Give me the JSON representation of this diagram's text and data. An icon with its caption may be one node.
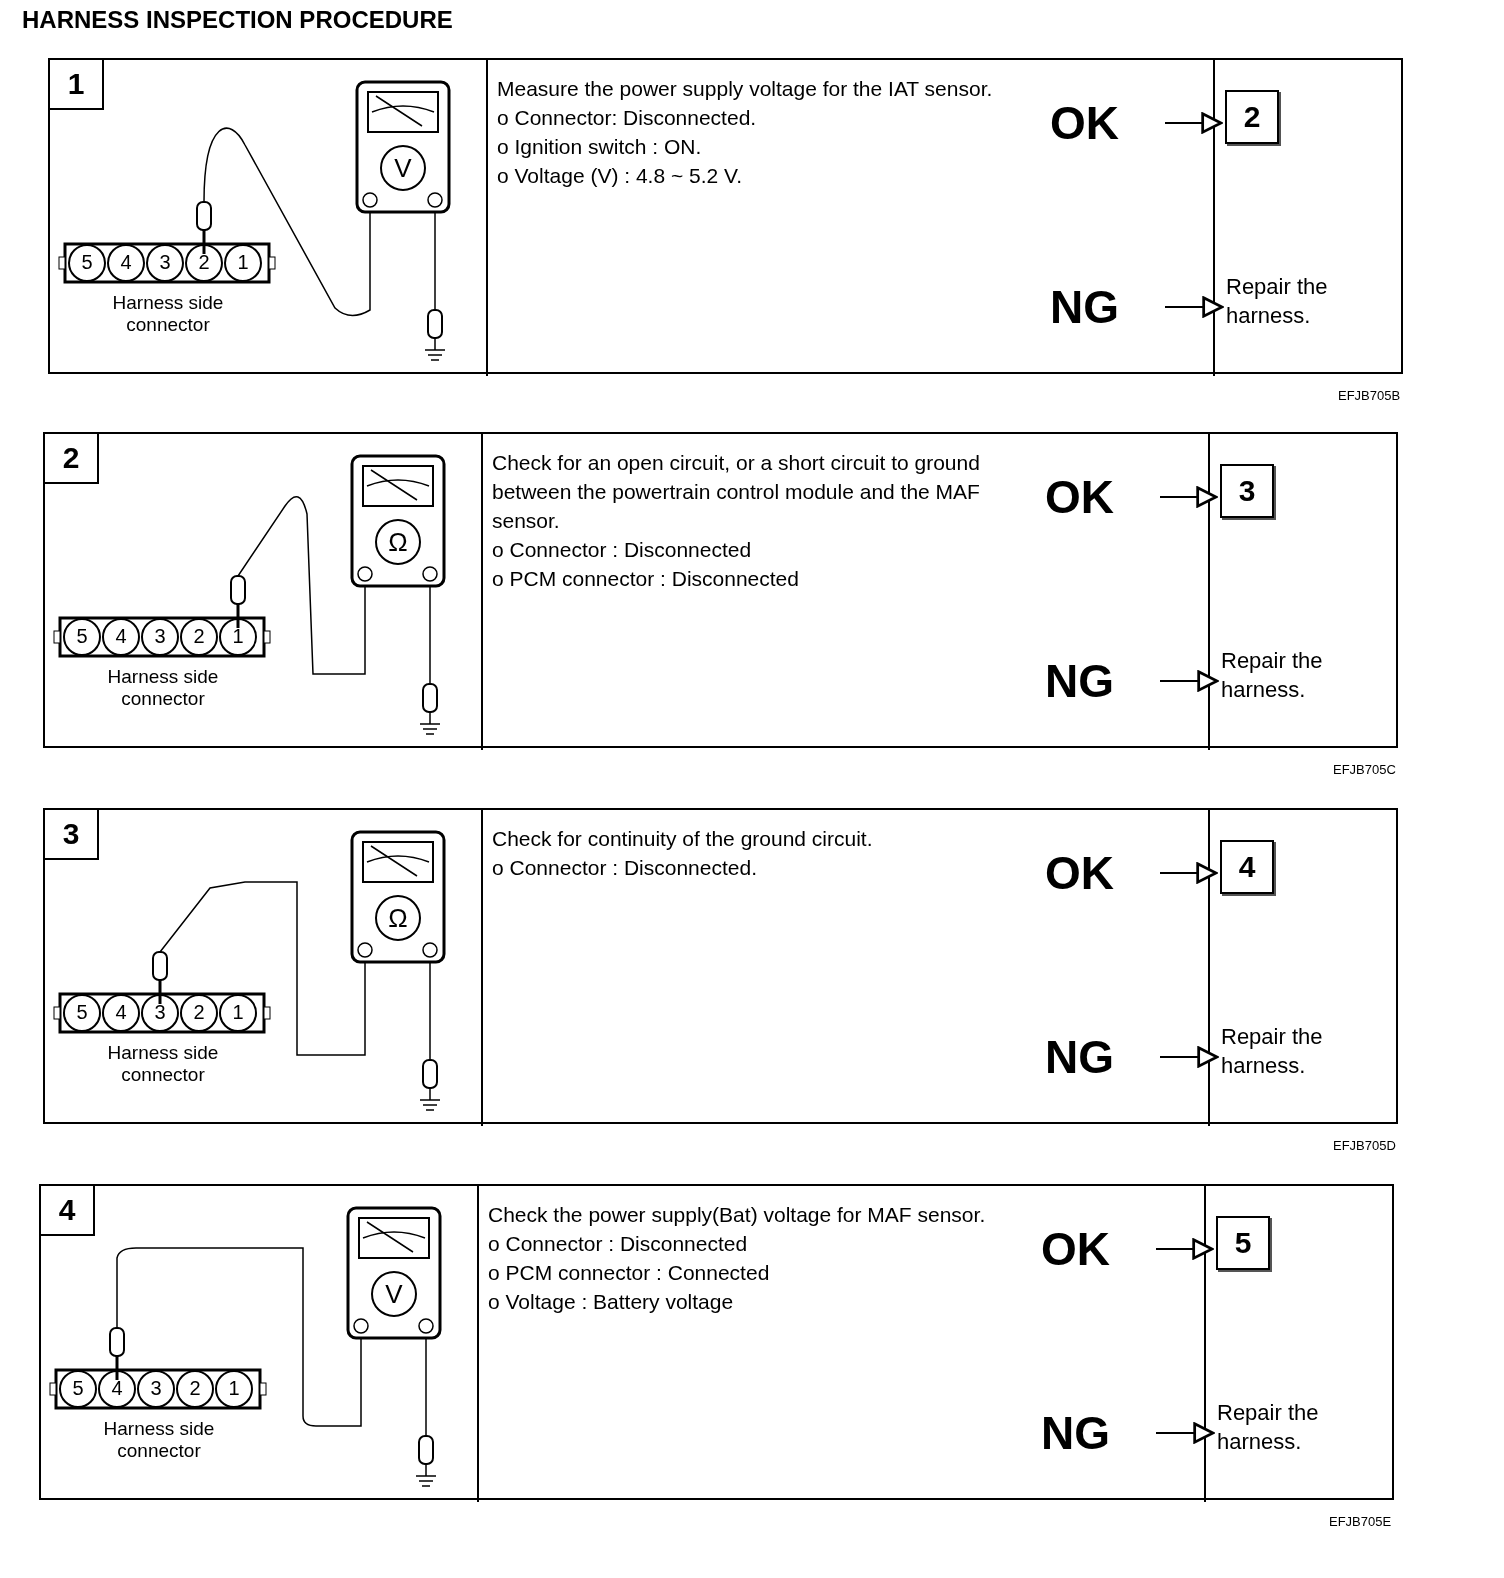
{
  "diagram": {
    "title": "HARNESS INSPECTION PROCEDURE",
    "nodes": [
      {
        "text": [],
        "shape": "box"
      },
      {
        "text": [
          "1"
        ],
        "in": 0
      },
      {
        "text": [
          "Measure the power supply voltage for the IAT sensor.",
          "o Connector: Disconnected.",
          "o Ignition switch : ON.",
          "o Voltage (V) : 4.8 ~ 5.2 V."
        ],
        "in": 0
      },
      {
        "text": [
          "OK"
        ],
        "in": 0
      },
      {
        "text": [
          "NG"
        ],
        "in": 0
      },
      {
        "text": [
          "2"
        ],
        "in": 0
      },
      {
        "text": [
          "Repair the harness."
        ],
        "in": 0
      },
      {
        "text": [],
        "shape": "box"
      },
      {
        "text": [
          "2"
        ],
        "in": 7
      },
      {
        "text": [
          "Check for an open circuit, or a short circuit to ground between the powertrain control module and the MAF sensor.",
          "o Connector : Disconnected",
          "o PCM connector : Disconnected"
        ],
        "in": 7
      },
      {
        "text": [
          "OK"
        ],
        "in": 7
      },
      {
        "text": [
          "NG"
        ],
        "in": 7
      },
      {
        "text": [
          "3"
        ],
        "in": 7
      },
      {
        "text": [
          "Repair the harness."
        ],
        "in": 7
      },
      {
        "text": [],
        "shape": "box"
      },
      {
        "text": [
          "3"
        ],
        "in": 14
      },
      {
        "text": [
          "Check for continuity of the ground circuit.",
          "o Connector : Disconnected."
        ],
        "in": 14
      },
      {
        "text": [
          "OK"
        ],
        "in": 14
      },
      {
        "text": [
          "NG"
        ],
        "in": 14
      },
      {
        "text": [
          "4"
        ],
        "in": 14
      },
      {
        "text": [
          "Repair the harness."
        ],
        "in": 14
      },
      {
        "text": [],
        "shape": "box"
      },
      {
        "text": [
          "4"
        ],
        "in": 21
      },
      {
        "text": [
          "Check the power supply(Bat) voltage for MAF sensor.",
          "o Connector : Disconnected",
          "o PCM connector : Connected",
          "o Voltage : Battery voltage"
        ],
        "in": 21
      },
      {
        "text": [
          "OK"
        ],
        "in": 21
      },
      {
        "text": [
          "NG"
        ],
        "in": 21
      },
      {
        "text": [
          "5"
        ],
        "in": 21
      },
      {
        "text": [
          "Repair the harness."
        ],
        "in": 21
      }
    ],
    "edges": [
      {
        "from": 3,
        "to": 5,
        "arrow": "to"
      },
      {
        "from": 4,
        "to": 6,
        "arrow": "to"
      },
      {
        "from": 10,
        "to": 12,
        "arrow": "to"
      },
      {
        "from": 11,
        "to": 13,
        "arrow": "to"
      },
      {
        "from": 17,
        "to": 19,
        "arrow": "to"
      },
      {
        "from": 18,
        "to": 20,
        "arrow": "to"
      },
      {
        "from": 24,
        "to": 26,
        "arrow": "to"
      },
      {
        "from": 25,
        "to": 27,
        "arrow": "to"
      }
    ],
    "labels": [
      "5",
      "4",
      "3",
      "2",
      "1",
      "Harness side connector",
      "V",
      "EFJB705B",
      "5",
      "4",
      "3",
      "2",
      "1",
      "Harness side connector",
      "Ω",
      "EFJB705C",
      "5",
      "4",
      "3",
      "2",
      "1",
      "Harness side connector",
      "Ω",
      "EFJB705D",
      "5",
      "4",
      "3",
      "2",
      "1",
      "Harness side connector",
      "V",
      "EFJB705E"
    ]
  }
}
